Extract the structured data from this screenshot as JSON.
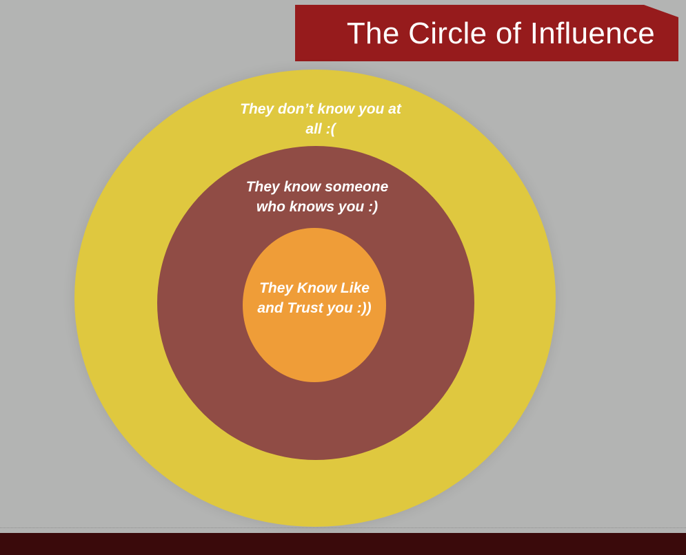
{
  "slide": {
    "title": "The Circle of Influence"
  },
  "diagram": {
    "type": "concentric-circles",
    "rings": [
      {
        "id": "outer",
        "label": "They don’t know you at\nall :(",
        "color": "#dfc83f"
      },
      {
        "id": "middle",
        "label": "They know someone\nwho knows you :)",
        "color": "#904c45"
      },
      {
        "id": "inner",
        "label": "They Know Like\nand Trust you :))",
        "color": "#ef9d38"
      }
    ]
  },
  "colors": {
    "background": "#b3b4b3",
    "title_banner": "#961b1c",
    "bottom_bar": "#3a0a0b",
    "label_text": "#ffffff"
  }
}
